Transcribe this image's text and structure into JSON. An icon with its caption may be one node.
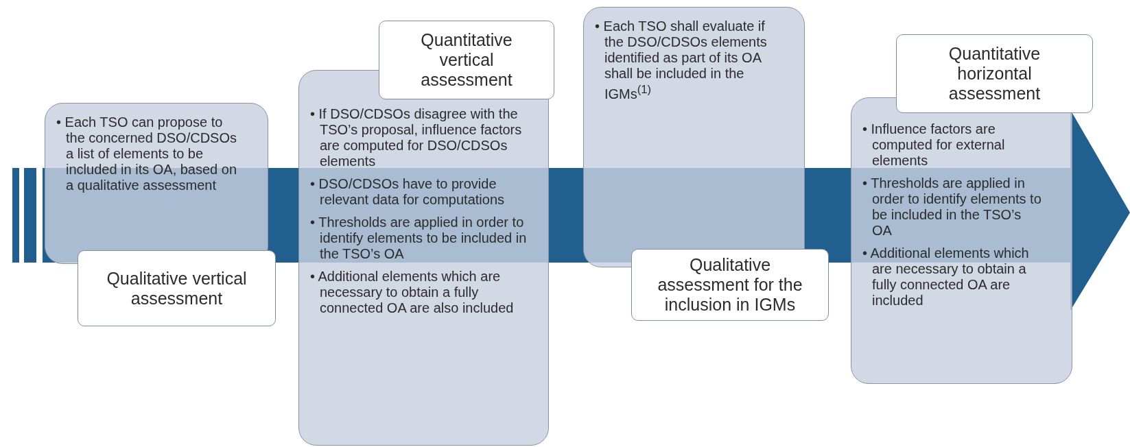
{
  "diagram": {
    "nodes": [
      {
        "text": [
          "• Each TSO can propose to the concerned DSO/CDSOs a list of elements to be included in its OA, based on a qualitative assessment"
        ]
      },
      {
        "text": [
          "Qualitative vertical assessment"
        ]
      },
      {
        "text": [
          "Quantitative vertical assessment"
        ]
      },
      {
        "text": [
          "• If DSO/CDSOs disagree with the TSO’s proposal, influence factors are computed for DSO/CDSOs elements",
          "• DSO/CDSOs have to provide relevant data for computations",
          "• Thresholds are applied in order to identify elements to be included in the TSO’s OA",
          "• Additional elements which are necessary to obtain a fully connected OA are also included"
        ]
      },
      {
        "text": [
          "• Each TSO shall evaluate if the DSO/CDSOs elements identified as part of its OA shall be included in the IGMs$^{(1)}$"
        ]
      },
      {
        "text": [
          "Qualitative assessment for the inclusion in IGMs"
        ]
      },
      {
        "text": [
          "Quantitative horizontal assessment"
        ]
      },
      {
        "text": [
          "• Influence factors are computed for external elements",
          "• Thresholds are applied in order to identify elements to be included in the TSO’s OA",
          "• Additional elements which are necessary to obtain a fully connected OA are included"
        ]
      }
    ],
    "edges": []
  }
}
